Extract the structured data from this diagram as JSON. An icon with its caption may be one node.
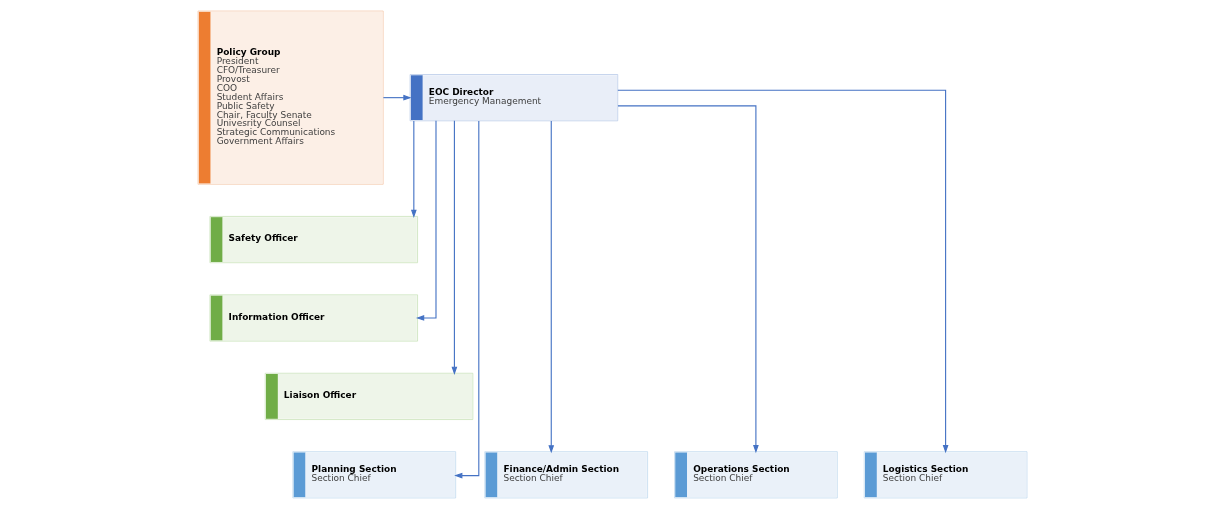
{
  "diagram": {
    "nodes": [
      {
        "text": [
          "Policy Group",
          "President",
          "CFO/Treasurer",
          "Provost",
          "COO",
          "Student Affairs",
          "Public Safety",
          "Chair, Faculty Senate",
          "Univesrity Counsel",
          "Strategic Communications",
          "Government Affairs"
        ]
      },
      {
        "text": [
          "EOC Director",
          "Emergency Management"
        ]
      },
      {
        "text": [
          "Safety Officer"
        ]
      },
      {
        "text": [
          "Information Officer"
        ]
      },
      {
        "text": [
          "Liaison Officer"
        ]
      },
      {
        "text": [
          "Finance/Admin Section",
          "Section Chief"
        ]
      },
      {
        "text": [
          "Planning Section",
          "Section Chief"
        ]
      },
      {
        "text": [
          "Operations Section",
          "Section Chief"
        ]
      },
      {
        "text": [
          "Logistics Section",
          "Section Chief"
        ]
      }
    ],
    "edges": [
      {
        "from": 0,
        "to": 1,
        "arrow": "to"
      },
      {
        "from": 1,
        "to": 2,
        "arrow": "to"
      },
      {
        "from": 1,
        "to": 3,
        "arrow": "to"
      },
      {
        "from": 1,
        "to": 4,
        "arrow": "to"
      },
      {
        "from": 1,
        "to": 5,
        "arrow": "to"
      },
      {
        "from": 1,
        "to": 6,
        "arrow": "to"
      },
      {
        "from": 1,
        "to": 7,
        "arrow": "to"
      },
      {
        "from": 1,
        "to": 8,
        "arrow": "to"
      }
    ]
  }
}
